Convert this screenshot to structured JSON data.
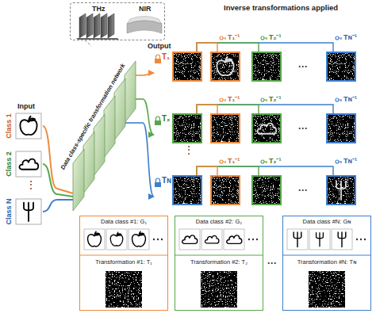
{
  "diagram": {
    "nodes": [
      {
        "text": [
          "THz",
          "NIR"
        ]
      },
      {
        "text": [
          "Class 1"
        ]
      },
      {
        "text": [
          "Class 2"
        ]
      },
      {
        "text": [
          "Class N"
        ]
      },
      {
        "text": [
          "Data class-specific transformation network"
        ]
      },
      {
        "text": [
          "T₁"
        ]
      },
      {
        "text": [
          "T₂"
        ]
      },
      {
        "text": [
          "Tɴ"
        ]
      },
      {
        "text": [
          "Data class #1: G₁",
          "Transformation #1: T₁"
        ]
      },
      {
        "text": [
          "Data class #2: G₂",
          "Transformation #2: T₂"
        ]
      },
      {
        "text": [
          "Data class #N: Gɴ",
          "Transformation #N: Tɴ"
        ]
      }
    ],
    "edges": [
      {
        "from": 0,
        "to": 4,
        "arrow": "none"
      },
      {
        "from": 1,
        "to": 4,
        "arrow": "none"
      },
      {
        "from": 2,
        "to": 4,
        "arrow": "none"
      },
      {
        "from": 3,
        "to": 4,
        "arrow": "none"
      },
      {
        "from": 4,
        "to": 5,
        "arrow": "to"
      },
      {
        "from": 4,
        "to": 6,
        "arrow": "to"
      },
      {
        "from": 4,
        "to": 7,
        "arrow": "to"
      }
    ],
    "labels": [
      "Input",
      "⋮",
      "Output",
      "⋮",
      "Inverse transformations applied",
      "T₁⁻¹",
      "T₂⁻¹",
      "Tɴ⁻¹",
      "···",
      "T₁⁻¹",
      "T₂⁻¹",
      "Tɴ⁻¹",
      "···",
      "T₁⁻¹",
      "T₂⁻¹",
      "Tɴ⁻¹",
      "···",
      "···"
    ]
  }
}
